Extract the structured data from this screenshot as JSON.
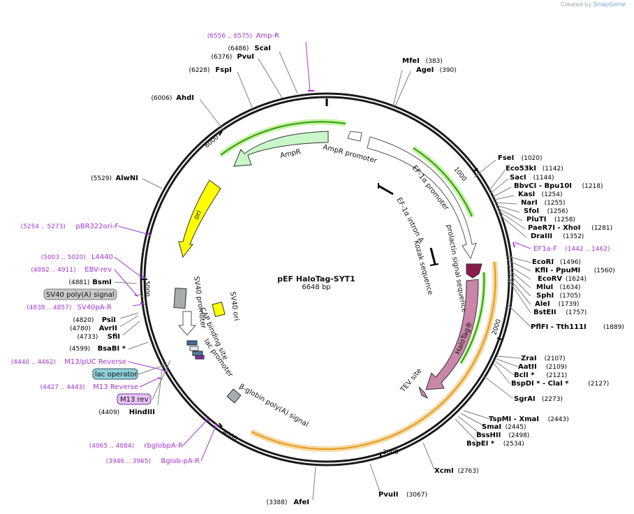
{
  "credit": {
    "prefix": "Created by",
    "brand": "SnapGene"
  },
  "plasmid": {
    "name": "pEF HaloTag-SYT1",
    "size": "6648 bp",
    "length": 6648
  },
  "ticks": [
    "1000",
    "2000",
    "3000",
    "4000",
    "5000",
    "6000"
  ],
  "enzymes_right": [
    {
      "name": "FseI",
      "pos": "(1020)"
    },
    {
      "name": "Eco53kI",
      "pos": "(1142)"
    },
    {
      "name": "SacI",
      "pos": "(1144)"
    },
    {
      "name": "BbvCI - Bpu10I",
      "pos": "(1218)"
    },
    {
      "name": "KasI",
      "pos": "(1254)"
    },
    {
      "name": "NarI",
      "pos": "(1255)"
    },
    {
      "name": "SfoI",
      "pos": "(1256)"
    },
    {
      "name": "PluTI",
      "pos": "(1258)"
    },
    {
      "name": "PaeR7I - XhoI",
      "pos": "(1281)"
    },
    {
      "name": "DraIII",
      "pos": "(1352)"
    },
    {
      "name": "EcoRI",
      "pos": "(1496)"
    },
    {
      "name": "KflI - PpuMI",
      "pos": "(1560)"
    },
    {
      "name": "EcoRV",
      "pos": "(1624)"
    },
    {
      "name": "MluI",
      "pos": "(1634)"
    },
    {
      "name": "SphI",
      "pos": "(1705)"
    },
    {
      "name": "AleI",
      "pos": "(1739)"
    },
    {
      "name": "BstEII",
      "pos": "(1757)"
    },
    {
      "name": "PflFI - Tth111I",
      "pos": "(1889)"
    },
    {
      "name": "ZraI",
      "pos": "(2107)"
    },
    {
      "name": "AatII",
      "pos": "(2109)"
    },
    {
      "name": "BclI *",
      "pos": "(2121)"
    },
    {
      "name": "BspDI * - ClaI *",
      "pos": "(2127)"
    },
    {
      "name": "SgrAI",
      "pos": "(2273)"
    },
    {
      "name": "TspMI - XmaI",
      "pos": "(2443)"
    },
    {
      "name": "SmaI",
      "pos": "(2445)"
    },
    {
      "name": "BssHII",
      "pos": "(2498)"
    },
    {
      "name": "BspEI *",
      "pos": "(2534)"
    }
  ],
  "enzymes_top": [
    {
      "name": "MfeI",
      "pos": "(383)"
    },
    {
      "name": "AgeI",
      "pos": "(390)"
    },
    {
      "name": "ScaI",
      "pos": "(6486)"
    },
    {
      "name": "PvuI",
      "pos": "(6376)"
    },
    {
      "name": "FspI",
      "pos": "(6228)"
    },
    {
      "name": "AhdI",
      "pos": "(6006)"
    },
    {
      "name": "AlwNI",
      "pos": "(5529)"
    }
  ],
  "enzymes_left": [
    {
      "name": "BsmI",
      "pos": "(4881)"
    },
    {
      "name": "PsiI",
      "pos": "(4820)"
    },
    {
      "name": "AvrII",
      "pos": "(4780)"
    },
    {
      "name": "SfiI",
      "pos": "(4733)"
    },
    {
      "name": "BsaBI *",
      "pos": "(4599)"
    },
    {
      "name": "HindIII",
      "pos": "(4409)"
    }
  ],
  "enzymes_bottom": [
    {
      "name": "XcmI",
      "pos": "(2763)"
    },
    {
      "name": "PvuII",
      "pos": "(3067)"
    },
    {
      "name": "AfeI",
      "pos": "(3388)"
    }
  ],
  "primers": [
    {
      "name": "Amp-R",
      "range": "(6556 .. 6575)"
    },
    {
      "name": "EF1a-F",
      "range": "(1442 .. 1462)"
    },
    {
      "name": "pBR322ori-F",
      "range": "(5254 .. 5273)"
    },
    {
      "name": "L4440",
      "range": "(5003 .. 5020)"
    },
    {
      "name": "EBV-rev",
      "range": "(4892 .. 4911)"
    },
    {
      "name": "SV40pA-R",
      "range": "(4838 .. 4857)"
    },
    {
      "name": "M13/pUC Reverse",
      "range": "(4440 .. 4462)"
    },
    {
      "name": "M13 Reverse",
      "range": "(4427 .. 4443)"
    },
    {
      "name": "rbglobpA-R",
      "range": "(4065 .. 4084)"
    },
    {
      "name": "Bglob-pA-R",
      "range": "(3946 .. 3965)"
    }
  ],
  "boxed_features": [
    {
      "name": "SV40 poly(A) signal"
    },
    {
      "name": "lac operator"
    },
    {
      "name": "M13 rev"
    }
  ],
  "feature_labels": {
    "ampr": "AmpR",
    "ampr_promoter": "AmpR promoter",
    "ef1a_promoter": "EF-1α promoter",
    "ef1a_intron": "EF-1α intron A",
    "kozak": "Kozak sequence",
    "prolactin": "prolactin signal sequence",
    "halotag": "HaloTag®",
    "tev": "TEV site",
    "ori": "ori",
    "sv40_ori": "SV40 ori",
    "sv40_promoter": "SV40 promoter",
    "cap": "CAP binding site",
    "lac_promoter": "lac promoter",
    "bglobin": "β-globin poly(A) signal"
  },
  "colors": {
    "backbone": "#1a1a1a",
    "primer": "#a335d6",
    "ampr_fill": "#c9f7c9",
    "ori_fill": "#ffff00",
    "halotag_fill": "#c986a8",
    "kozak_fill": "#8b1d4a",
    "green_marker": "#2f9a16",
    "orange_marker": "#e49b1d",
    "lac_operator_box": "#8ccfd8",
    "sv40_box": "#c8c8c8",
    "m13_box": "#e5c1f5"
  }
}
